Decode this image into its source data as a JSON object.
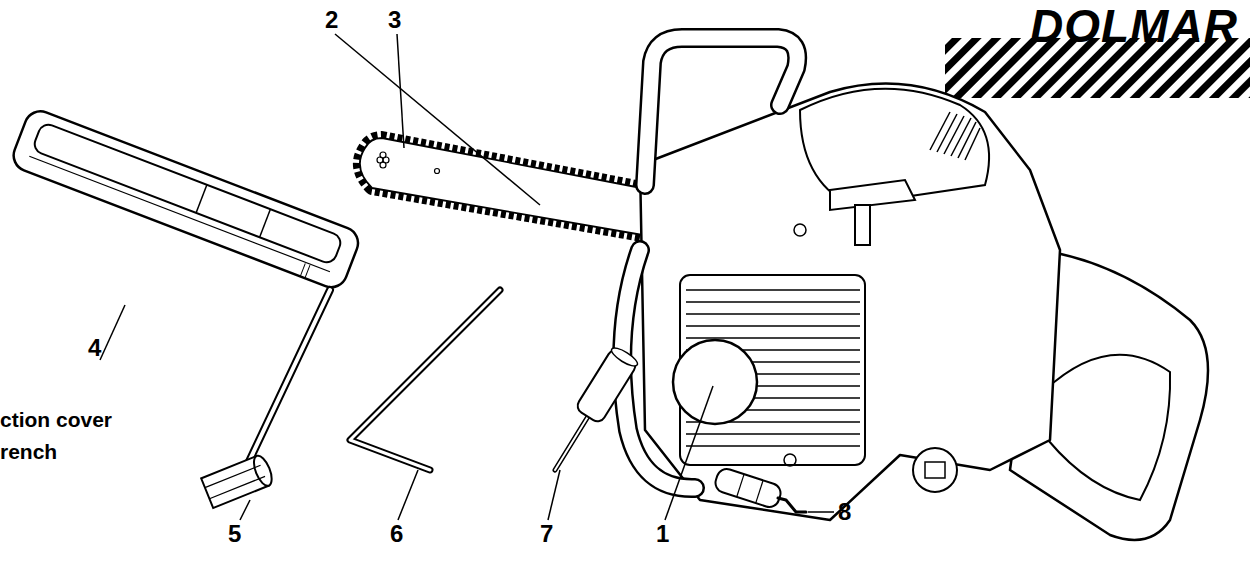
{
  "diagram": {
    "labels": [
      "2",
      "3",
      "DOLMAR",
      "4",
      "ction cover",
      "rench",
      "5",
      "6",
      "7",
      "1",
      "8"
    ]
  }
}
